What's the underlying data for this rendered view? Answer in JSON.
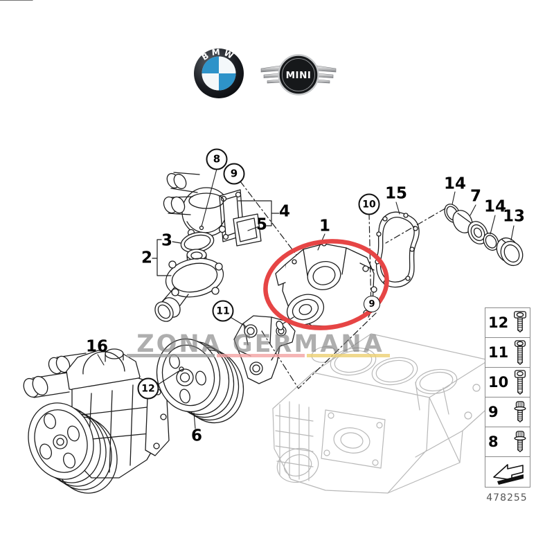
{
  "header": {
    "bmw": {
      "label": "BMW"
    },
    "mini": {
      "label": "MINI"
    }
  },
  "watermark": {
    "text": "ZONA GERMANA"
  },
  "highlight_color": "#e64545",
  "underline_colors": {
    "gray": "#9d9d9d",
    "pink": "#f2a3a3",
    "yellow": "#ecd072"
  },
  "callouts": [
    {
      "label": "8",
      "circled": true
    },
    {
      "label": "9",
      "circled": true
    },
    {
      "label": "4",
      "circled": false
    },
    {
      "label": "5",
      "circled": false
    },
    {
      "label": "3",
      "circled": false
    },
    {
      "label": "2",
      "circled": false
    },
    {
      "label": "1",
      "circled": false
    },
    {
      "label": "10",
      "circled": true
    },
    {
      "label": "15",
      "circled": false
    },
    {
      "label": "14",
      "circled": false
    },
    {
      "label": "7",
      "circled": false
    },
    {
      "label": "14",
      "circled": false
    },
    {
      "label": "13",
      "circled": false
    },
    {
      "label": "9",
      "circled": true
    },
    {
      "label": "11",
      "circled": true
    },
    {
      "label": "16",
      "circled": false
    },
    {
      "label": "12",
      "circled": true
    },
    {
      "label": "6",
      "circled": false
    }
  ],
  "sidebar": {
    "rows": [
      {
        "label": "12",
        "icon": "bolt-icon"
      },
      {
        "label": "11",
        "icon": "bolt-icon"
      },
      {
        "label": "10",
        "icon": "bolt-icon"
      },
      {
        "label": "9",
        "icon": "bolt-icon"
      },
      {
        "label": "8",
        "icon": "bolt-icon"
      }
    ],
    "arrow_icon": "direction-arrow-icon",
    "part_code": "478255"
  }
}
